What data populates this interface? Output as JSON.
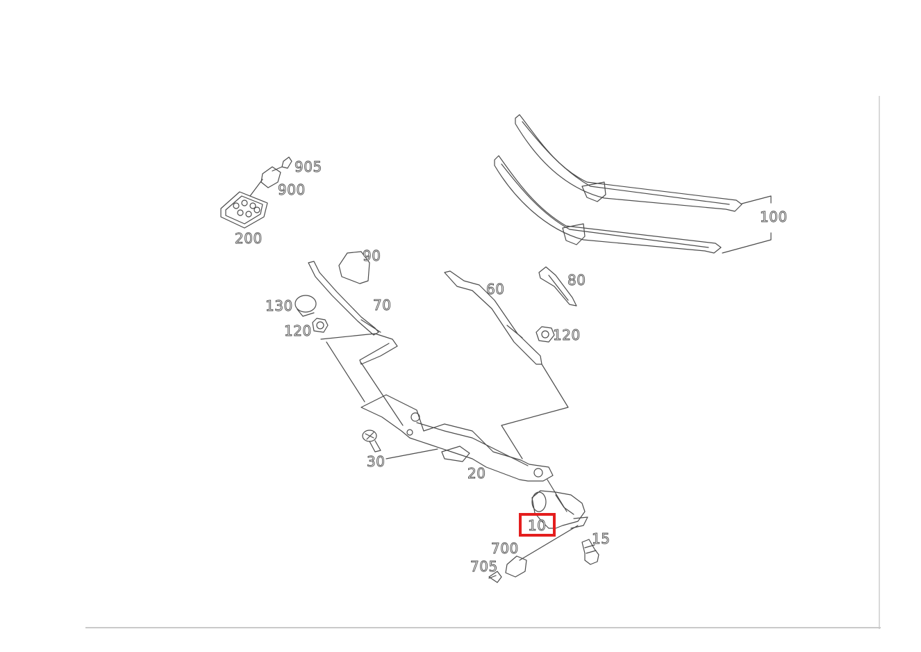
{
  "diagram": {
    "labels": {
      "p905": "905",
      "p900": "900",
      "p200": "200",
      "p100": "100",
      "p90": "90",
      "p80": "80",
      "p60": "60",
      "p70": "70",
      "p130": "130",
      "p120a": "120",
      "p120b": "120",
      "p30": "30",
      "p20": "20",
      "p10": "10",
      "p15": "15",
      "p700": "700",
      "p705": "705"
    },
    "highlighted_part": "10",
    "colors": {
      "line": "#4a4a4a",
      "highlight": "#e41e1e"
    }
  }
}
